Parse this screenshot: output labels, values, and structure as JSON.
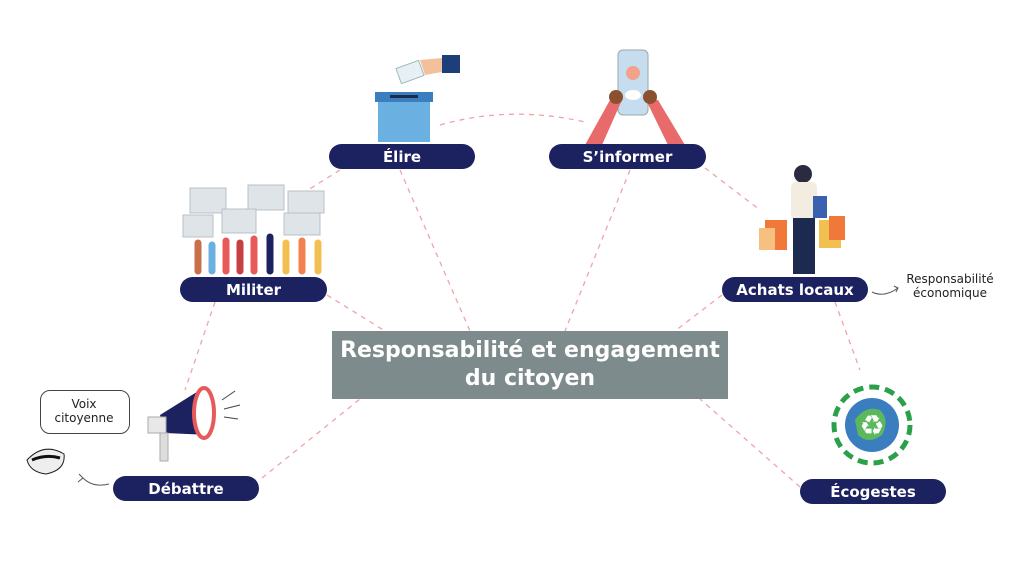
{
  "center": {
    "line1": "Responsabilité et engagement",
    "line2": "du citoyen"
  },
  "nodes": {
    "elire": "Élire",
    "sinformer": "S’informer",
    "militer": "Militer",
    "achats": "Achats locaux",
    "debattre": "Débattre",
    "ecogestes": "Écogestes"
  },
  "notes": {
    "voix_line1": "Voix",
    "voix_line2": "citoyenne",
    "resp_line1": "Responsabilité",
    "resp_line2": "économique"
  },
  "colors": {
    "pill": "#1c2160",
    "center": "#7e8b8c",
    "dash": "#f0a3aa"
  }
}
